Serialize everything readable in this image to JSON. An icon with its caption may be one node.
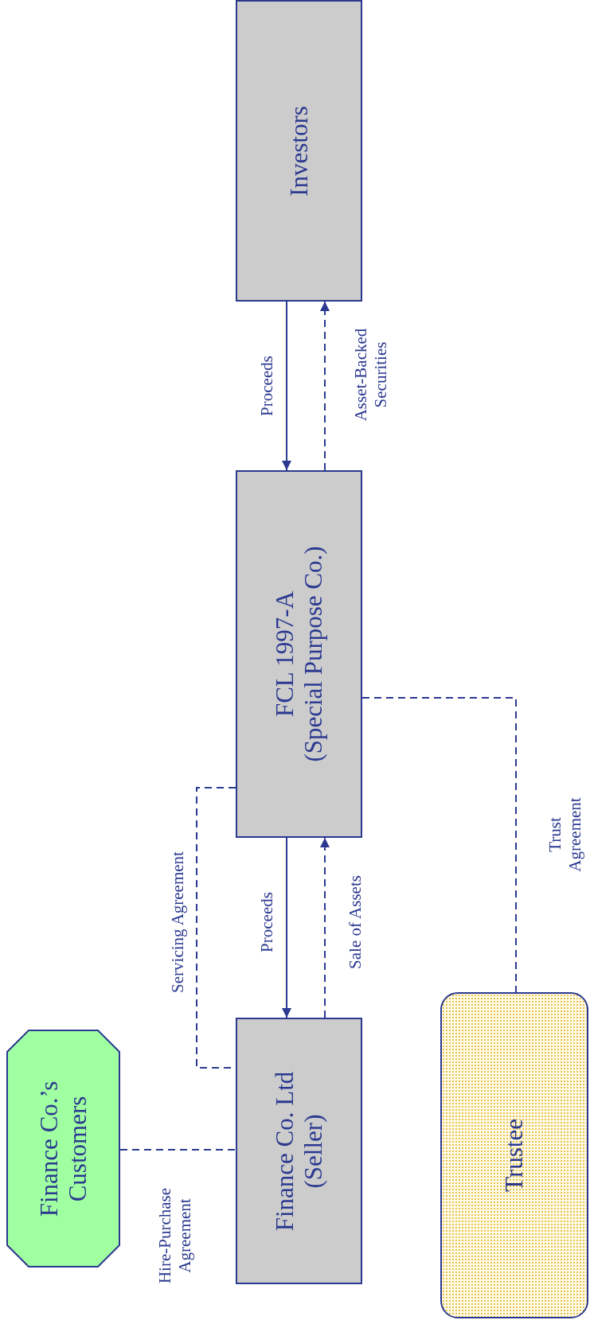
{
  "diagram": {
    "nodes": [
      {
        "text": [
          "Investors"
        ]
      },
      {
        "text": [
          "FCL 1997-A",
          "(Special Purpose Co.)"
        ]
      },
      {
        "text": [
          "Finance Co. Ltd",
          "(Seller)"
        ]
      },
      {
        "text": [
          "Finance Co.’s Customers"
        ]
      },
      {
        "text": [
          "Trustee"
        ]
      }
    ],
    "edges": [
      {
        "from": 0,
        "to": 1,
        "arrow": "to",
        "label": "Proceeds"
      },
      {
        "from": 1,
        "to": 0,
        "arrow": "to",
        "label": "Asset-Backed Securities",
        "style": "dashed"
      },
      {
        "from": 1,
        "to": 2,
        "arrow": "to",
        "label": "Proceeds"
      },
      {
        "from": 2,
        "to": 1,
        "arrow": "to",
        "label": "Sale of Assets",
        "style": "dashed"
      },
      {
        "from": 1,
        "to": 2,
        "arrow": "none",
        "label": "Servicing Agreement",
        "style": "dashed"
      },
      {
        "from": 3,
        "to": 2,
        "arrow": "none",
        "label": "Hire-Purchase Agreement",
        "style": "dashed"
      },
      {
        "from": 1,
        "to": 4,
        "arrow": "none",
        "label": "Trust Agreement",
        "style": "dashed"
      }
    ]
  }
}
